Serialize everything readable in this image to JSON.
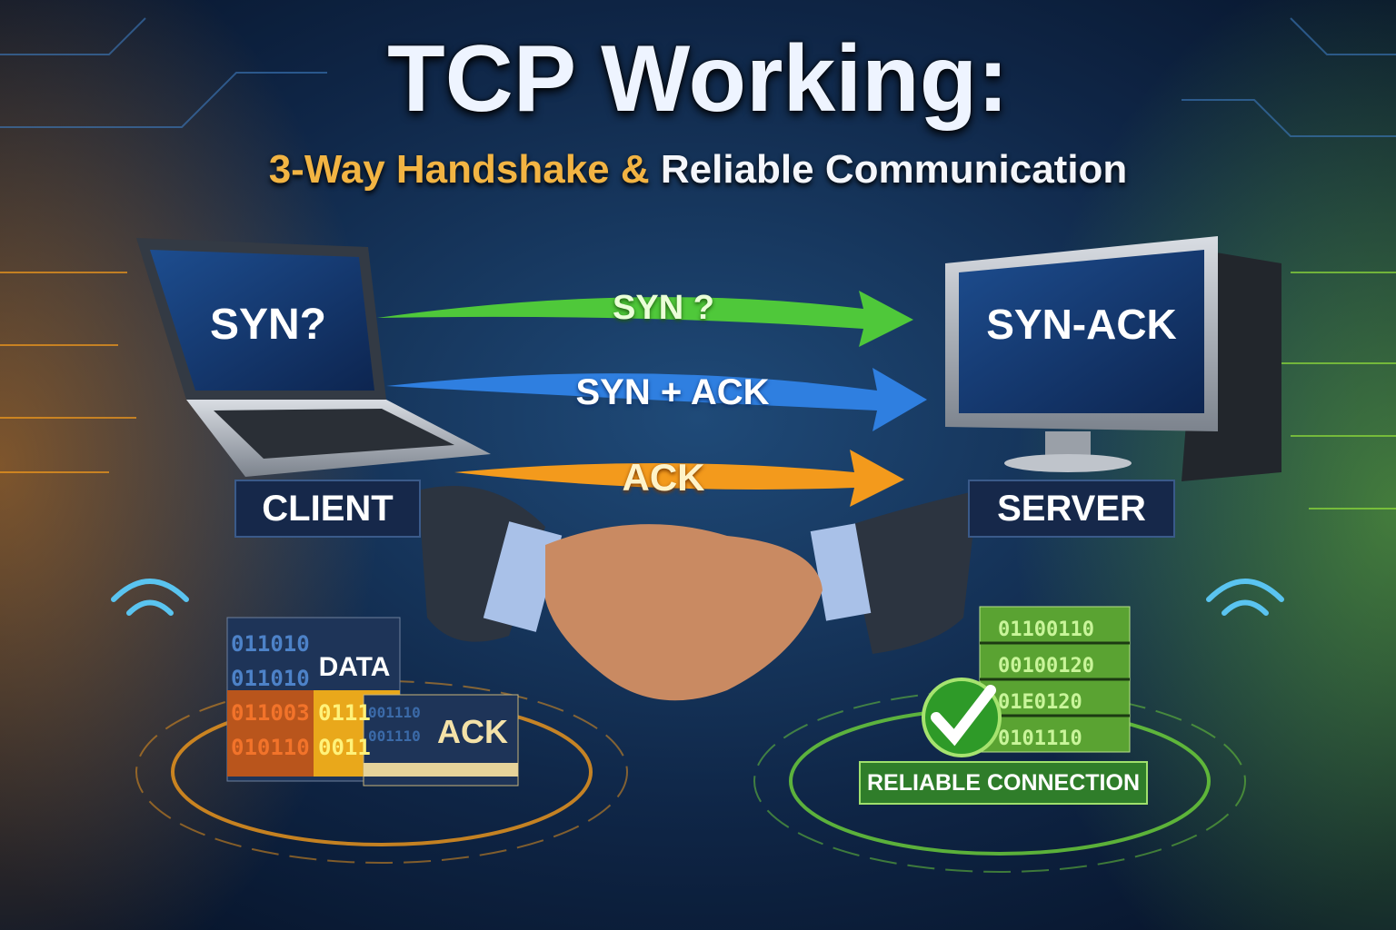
{
  "title": "TCP Working:",
  "subtitle": {
    "part1": "3-Way Handshake &",
    "part2": " Reliable Communication"
  },
  "client": {
    "screen_text": "SYN?",
    "label": "CLIENT"
  },
  "server": {
    "screen_text": "SYN-ACK",
    "label": "SERVER"
  },
  "arrows": [
    {
      "label": "SYN ?",
      "color": "#4fc83a"
    },
    {
      "label": "SYN + ACK",
      "color": "#2f7fe0"
    },
    {
      "label": "ACK",
      "color": "#f39a1c"
    }
  ],
  "data_stack": {
    "label": "DATA",
    "rows": [
      "011010",
      "011010",
      "011003",
      "010110"
    ],
    "side_rows": [
      "0111",
      "0011"
    ]
  },
  "ack_box": {
    "label": "ACK",
    "rows": [
      "001110",
      "001110"
    ]
  },
  "server_stack": {
    "rows": [
      "01100110",
      "00100120",
      "01E0120",
      "0101110"
    ],
    "badge": "RELIABLE CONNECTION",
    "check_icon": "checkmark-icon"
  },
  "colors": {
    "orange": "#f39a1c",
    "green": "#5ecb3a",
    "blue": "#2f7fe0",
    "background": "#0b1a33"
  }
}
